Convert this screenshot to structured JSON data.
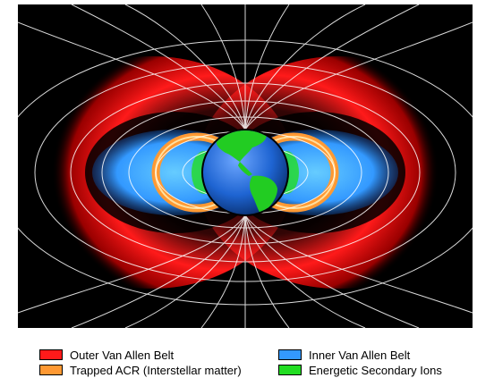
{
  "legend": {
    "items": [
      {
        "label": "Outer Van Allen Belt",
        "color": "#ff1a1a"
      },
      {
        "label": "Inner Van Allen Belt",
        "color": "#3399ff"
      },
      {
        "label": "Trapped ACR (Interstellar matter)",
        "color": "#ff9933"
      },
      {
        "label": "Energetic Secondary Ions",
        "color": "#22dd22"
      }
    ]
  },
  "colors": {
    "background": "#000000",
    "outer_belt": "#ff1a1a",
    "inner_belt": "#3399ff",
    "acr": "#ff9933",
    "secondary_ions": "#22dd22",
    "ocean": "#1e64d2",
    "land": "#22cc22",
    "field_lines": "#ffffff"
  }
}
